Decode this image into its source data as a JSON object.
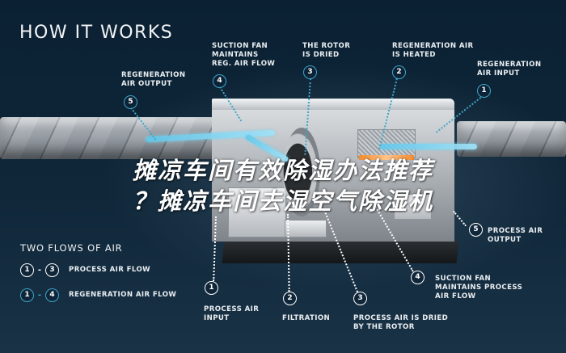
{
  "header": {
    "title": "HOW IT WORKS"
  },
  "overlay_headline": {
    "line1": "摊凉车间有效除湿办法推荐",
    "line2": "？摊凉车间去湿空气除湿机"
  },
  "top_callouts": [
    {
      "number": "5",
      "label": "REGENERATION\nAIR OUTPUT",
      "flow": "regeneration"
    },
    {
      "number": "4",
      "label": "SUCTION FAN\nMAINTAINS\nREG. AIR FLOW",
      "flow": "regeneration"
    },
    {
      "number": "3",
      "label": "THE ROTOR\nIS DRIED",
      "flow": "regeneration"
    },
    {
      "number": "2",
      "label": "REGENERATION AIR\nIS HEATED",
      "flow": "regeneration"
    },
    {
      "number": "1",
      "label": "REGENERATION\nAIR INPUT",
      "flow": "regeneration"
    }
  ],
  "bottom_callouts": [
    {
      "number": "1",
      "label": "PROCESS AIR\nINPUT",
      "flow": "process"
    },
    {
      "number": "2",
      "label": "FILTRATION",
      "flow": "process"
    },
    {
      "number": "3",
      "label": "PROCESS AIR IS DRIED\nBY THE ROTOR",
      "flow": "process"
    },
    {
      "number": "4",
      "label": "SUCTION FAN\nMAINTAINS PROCESS\nAIR FLOW",
      "flow": "process"
    },
    {
      "number": "5",
      "label": "PROCESS AIR\nOUTPUT",
      "flow": "process"
    }
  ],
  "legend": {
    "title": "TWO FLOWS OF AIR",
    "items": [
      {
        "from": "1",
        "to": "3",
        "separator": "-",
        "label": "PROCESS AIR FLOW",
        "color": "#ffffff"
      },
      {
        "from": "1",
        "to": "4",
        "separator": "-",
        "label": "REGENERATION AIR FLOW",
        "color": "#3fa6c9"
      }
    ]
  },
  "colors": {
    "background": "#0c2235",
    "process_accent": "#ffffff",
    "regeneration_accent": "#3fa6c9",
    "airflow": "#6ccbec",
    "heater": "#f28b2f"
  }
}
